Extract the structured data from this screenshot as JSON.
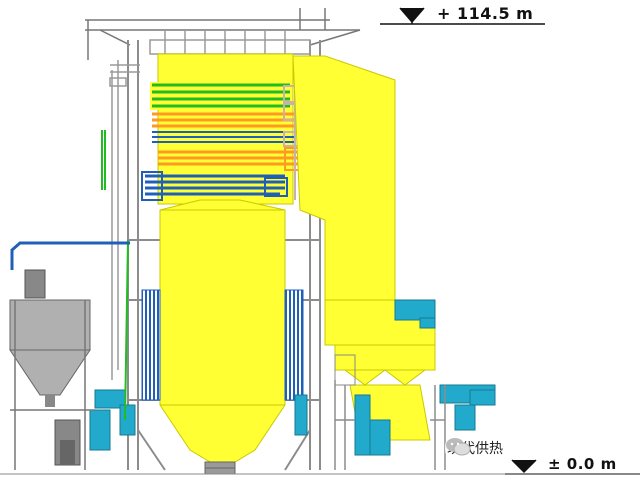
{
  "elevations": {
    "top": "+ 114.5 m",
    "bottom": "± 0.0 m"
  },
  "watermark": {
    "text": "现代供热",
    "icon": "wechat-icon"
  },
  "colors": {
    "furnace_yellow": "#ffff33",
    "economizer_green": "#22bb22",
    "superheater_orange": "#ff9922",
    "reheater_blue": "#1f5fb8",
    "cyclone_cyan": "#22aacc",
    "structure_gray": "#9a9a9a",
    "hopper_gray": "#b0b0b0"
  }
}
